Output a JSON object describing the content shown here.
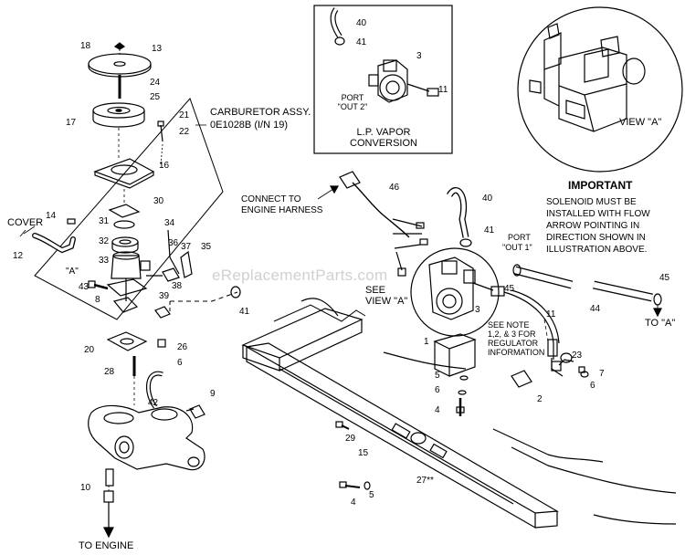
{
  "watermark": "eReplacementParts.com",
  "colors": {
    "line": "#000000",
    "background": "#ffffff",
    "watermark": "#9a9a9a"
  },
  "captions": {
    "carburetor_title": "CARBURETOR ASSY.",
    "carburetor_part": "0E1028B (I/N 19)",
    "lp_vapor_line1": "L.P. VAPOR",
    "lp_vapor_line2": "CONVERSION",
    "port_out2_line1": "PORT",
    "port_out2_line2": "\"OUT 2\"",
    "port_out1_line1": "PORT",
    "port_out1_line2": "\"OUT 1\"",
    "connect_line1": "CONNECT TO",
    "connect_line2": "ENGINE HARNESS",
    "see_view_line1": "SEE",
    "see_view_line2": "VIEW \"A\"",
    "view_a": "VIEW \"A\"",
    "important": "IMPORTANT",
    "solenoid_line1": "SOLENOID MUST BE",
    "solenoid_line2": "INSTALLED WITH FLOW",
    "solenoid_line3": "ARROW POINTING IN",
    "solenoid_line4": "DIRECTION SHOWN IN",
    "solenoid_line5": "ILLUSTRATION ABOVE.",
    "see_note_line1": "SEE NOTE",
    "see_note_line2": "1,2, & 3 FOR",
    "see_note_line3": "REGULATOR",
    "see_note_line4": "INFORMATION",
    "cover": "COVER",
    "to_engine": "TO ENGINE",
    "to_a": "TO \"A\"",
    "a_marker": "\"A\""
  },
  "callouts": {
    "c18": "18",
    "c13": "13",
    "c24": "24",
    "c25": "25",
    "c17": "17",
    "c21": "21",
    "c22": "22",
    "c16": "16",
    "c14": "14",
    "c12": "12",
    "c30": "30",
    "c31": "31",
    "c34": "34",
    "c32": "32",
    "c36": "36",
    "c37": "37",
    "c35": "35",
    "c33": "33",
    "c43": "43",
    "c8": "8",
    "c38": "38",
    "c39": "39",
    "c20": "20",
    "c26": "26",
    "c6a": "6",
    "c28": "28",
    "c42": "42",
    "c9": "9",
    "c10": "10",
    "c41a": "41",
    "c40a": "40",
    "c41b": "41",
    "c3a": "3",
    "c11a": "11",
    "c46": "46",
    "c40b": "40",
    "c41c": "41",
    "c45a": "45",
    "c3b": "3",
    "c11b": "11",
    "c44": "44",
    "c45b": "45",
    "c1": "1",
    "c5": "5",
    "c6b": "6",
    "c4a": "4",
    "c23": "23",
    "c7": "7",
    "c6c": "6",
    "c2": "2",
    "c29": "29",
    "c15": "15",
    "c27": "27**",
    "c4b": "4",
    "c5b": "5"
  }
}
